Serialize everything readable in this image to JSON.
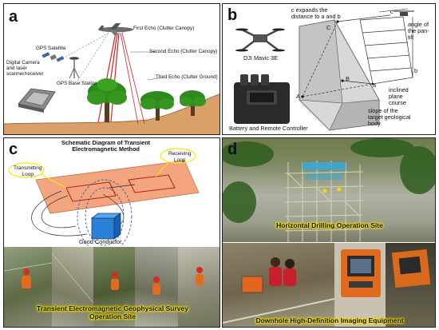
{
  "panels": {
    "a": {
      "label": "a",
      "labels": {
        "gps_satellite": "GPS Satellite",
        "camera_scanner": "Digital Camera\nand laser\nscanner/receiver",
        "gps_base": "GPS Base Station",
        "first_echo": "First Echo (Clutter Canopy)",
        "second_echo": "Second Echo (Clutter Canopy)",
        "third_echo": "Third Echo (Clutter Ground)"
      }
    },
    "b": {
      "label": "b",
      "labels": {
        "expands": "c expands the\ndistance to a and b",
        "drone": "DJI Mavic 3E",
        "controller": "Battery and Remote Controller",
        "angle": "angle of\nthe pan-\ntilt",
        "plane": "inclined\nplane\ncourse",
        "slope": "slope of the\ntarget geological\nbody",
        "pt_c": "C",
        "pt_b": "B",
        "pt_a": "A",
        "lc_a": "a",
        "lc_b": "b",
        "lc_c": "c"
      }
    },
    "c": {
      "label": "c",
      "labels": {
        "title": "Schematic Diagram of Transient\nElectromagnetic Method",
        "transmit": "Transmitting\nLoop",
        "receive": "Receiving\nLoop",
        "conductor": "Good Conductor",
        "caption": "Transient Electromagnetic Geophysical Survey\nOperation Site"
      }
    },
    "d": {
      "label": "d",
      "labels": {
        "caption_top": "Horizontal Drilling Operation Site",
        "caption_bottom": "Downhole High-Definition Imaging Equipment"
      }
    }
  },
  "colors": {
    "highlight": "#ffe600",
    "tree": "#2f8a1c",
    "ground": "#d9a06a",
    "loop": "#f3a57f",
    "conductor": "#2a7fd6"
  }
}
